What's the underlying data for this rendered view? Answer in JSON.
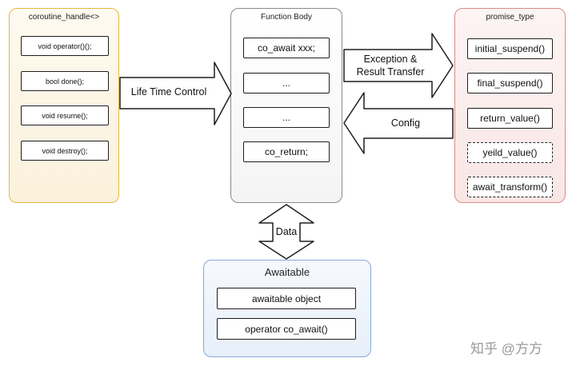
{
  "coroutine_handle": {
    "title": "coroutine_handle<>",
    "items": [
      "void operator()();",
      "bool done();",
      "void resume();",
      "void destroy();"
    ]
  },
  "function_body": {
    "title": "Function Body",
    "items": [
      "co_await xxx;",
      "...",
      "...",
      "co_return;"
    ]
  },
  "promise_type": {
    "title": "promise_type",
    "items": [
      {
        "label": "initial_suspend()",
        "dashed": false
      },
      {
        "label": "final_suspend()",
        "dashed": false
      },
      {
        "label": "return_value()",
        "dashed": false
      },
      {
        "label": "yeild_value()",
        "dashed": true
      },
      {
        "label": "await_transform()",
        "dashed": true
      }
    ]
  },
  "awaitable": {
    "title": "Awaitable",
    "items": [
      "awaitable object",
      "operator co_await()"
    ]
  },
  "arrows": {
    "life_time": "Life Time Control",
    "exception_line1": "Exception &",
    "exception_line2": "Result Transfer",
    "config": "Config",
    "data": "Data"
  },
  "watermark": "知乎 @方方",
  "colors": {
    "coroutine_handle": "#e6b840",
    "function_body": "#8a8a8a",
    "promise_type": "#dc8a86",
    "awaitable": "#86aad4"
  }
}
